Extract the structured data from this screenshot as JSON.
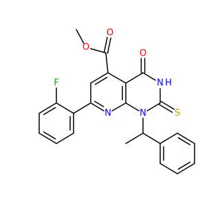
{
  "diagram": {
    "type": "chemical-structure",
    "atom_labels": {
      "ester_O1": "O",
      "ester_O2": "O",
      "keto_O": "O",
      "NH": "N",
      "NH_H": "H",
      "thione_S": "S",
      "F": "F",
      "ring_N": "N",
      "N1": "N"
    },
    "colors": {
      "O": "#ff0000",
      "N": "#0000ff",
      "S": "#b8a200",
      "F": "#1e9e1e",
      "bond": "#000000"
    }
  }
}
